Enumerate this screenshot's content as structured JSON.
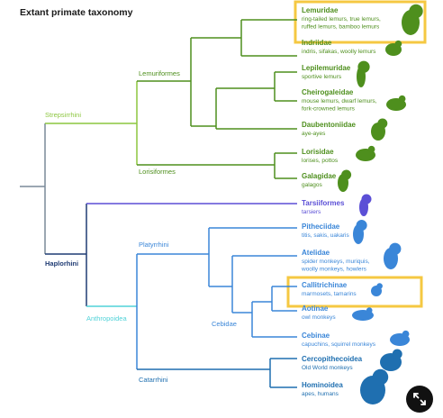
{
  "title": "Extant primate taxonomy",
  "colors": {
    "strepsirrhini": "#8cc63f",
    "lemuriformes": "#4e8f1d",
    "haplorhini": "#1f3b73",
    "tarsiiformes": "#5b4fd6",
    "anthropoidea": "#50d2d8",
    "platyrrhini": "#3a86d8",
    "catarrhini": "#1f6fb0",
    "highlight": "#f5c842",
    "root": "#7a8a99"
  },
  "clades": {
    "strepsirrhini": "Strepsirrhini",
    "lemuriformes": "Lemuriformes",
    "lorisiformes": "Lorisiformes",
    "haplorhini": "Haplorhini",
    "anthropoidea": "Anthropoidea",
    "platyrrhini": "Platyrrhini",
    "cebidae": "Cebidae",
    "catarrhini": "Catarrhini"
  },
  "taxa": [
    {
      "name": "Lemuridae",
      "desc": [
        "ring-tailed lemurs, true lemurs,",
        "ruffed lemurs, bamboo lemurs"
      ],
      "icon": "lemur-icon"
    },
    {
      "name": "Indriidae",
      "desc": [
        "indris, sifakas, woolly lemurs"
      ],
      "icon": "indri-icon"
    },
    {
      "name": "Lepilemuridae",
      "desc": [
        "sportive lemurs"
      ],
      "icon": "sportive-lemur-icon"
    },
    {
      "name": "Cheirogaleidae",
      "desc": [
        "mouse lemurs, dwarf lemurs,",
        "fork-crowned lemurs"
      ],
      "icon": "mouse-lemur-icon"
    },
    {
      "name": "Daubentoniidae",
      "desc": [
        "aye-ayes"
      ],
      "icon": "aye-aye-icon"
    },
    {
      "name": "Lorisidae",
      "desc": [
        "lorises, pottos"
      ],
      "icon": "loris-icon"
    },
    {
      "name": "Galagidae",
      "desc": [
        "galagos"
      ],
      "icon": "galago-icon"
    },
    {
      "name": "Tarsiiformes",
      "desc": [
        "tarsiers"
      ],
      "icon": "tarsier-icon"
    },
    {
      "name": "Pitheciidae",
      "desc": [
        "titis, sakis, uakaris"
      ],
      "icon": "titi-icon"
    },
    {
      "name": "Atelidae",
      "desc": [
        "spider monkeys, muriquis,",
        "woolly monkeys, howlers"
      ],
      "icon": "spider-monkey-icon"
    },
    {
      "name": "Callitrichinae",
      "desc": [
        "marmosets, tamarins"
      ],
      "icon": "marmoset-icon"
    },
    {
      "name": "Aotinae",
      "desc": [
        "owl monkeys"
      ],
      "icon": "owl-monkey-icon"
    },
    {
      "name": "Cebinae",
      "desc": [
        "capuchins, squirrel monkeys"
      ],
      "icon": "capuchin-icon"
    },
    {
      "name": "Cercopithecoidea",
      "desc": [
        "Old World monkeys"
      ],
      "icon": "baboon-icon"
    },
    {
      "name": "Hominoidea",
      "desc": [
        "apes, humans"
      ],
      "icon": "gorilla-icon"
    }
  ],
  "expand_icon": "expand-icon"
}
